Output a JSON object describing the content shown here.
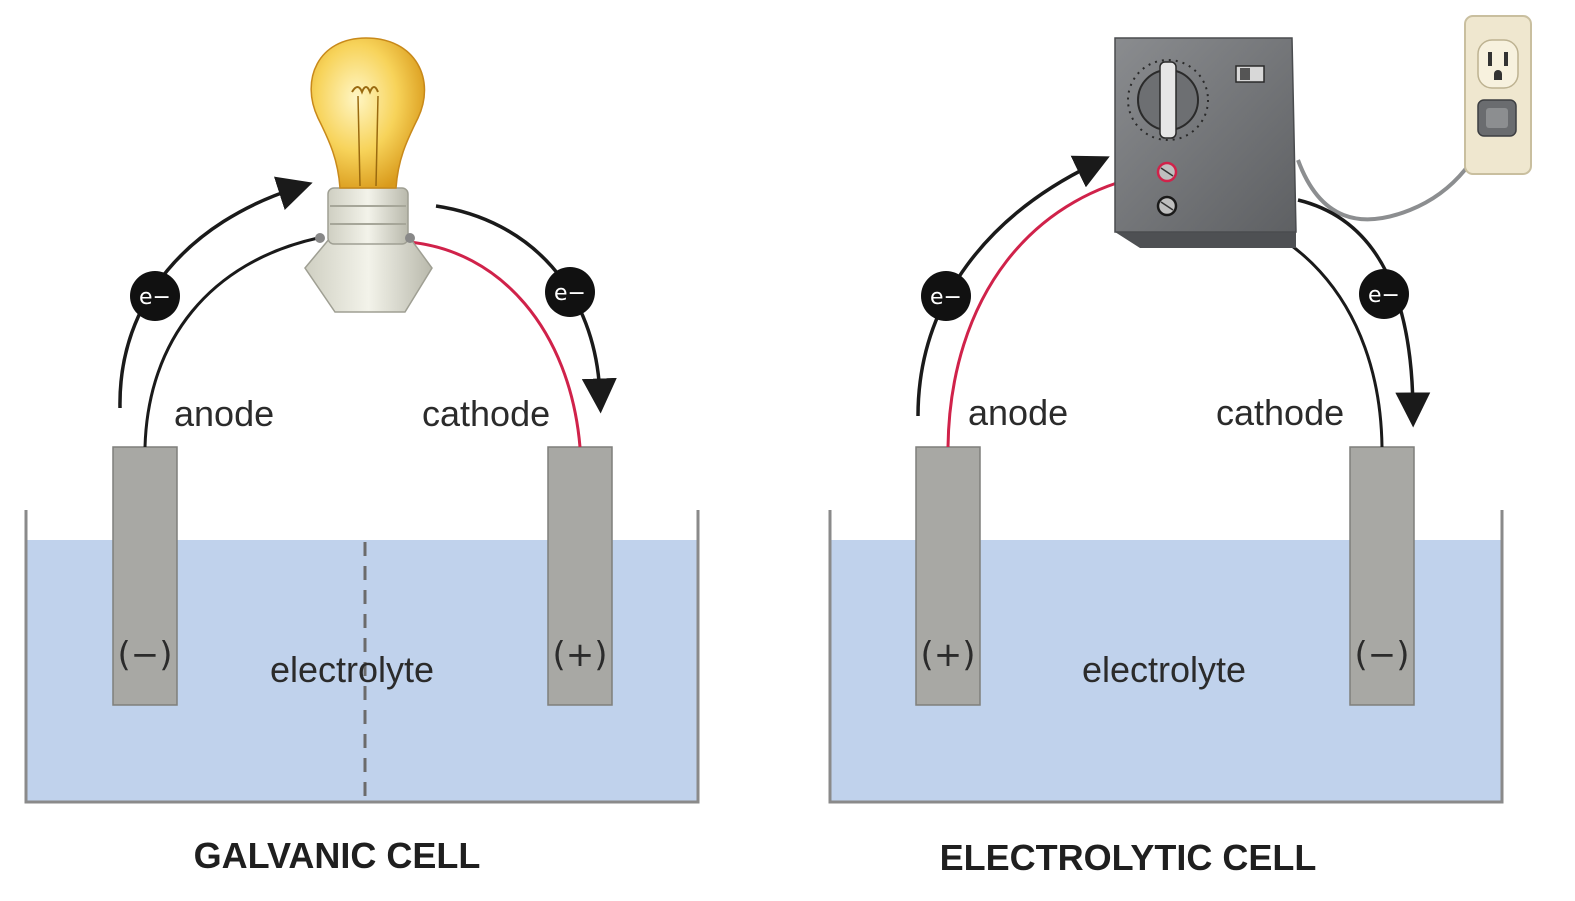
{
  "galvanic": {
    "title": "GALVANIC CELL",
    "anode_label": "anode",
    "cathode_label": "cathode",
    "electrolyte_label": "electrolyte",
    "anode_sign": "(−)",
    "cathode_sign": "(+)",
    "electron_symbol": "e−"
  },
  "electrolytic": {
    "title": "ELECTROLYTIC CELL",
    "anode_label": "anode",
    "cathode_label": "cathode",
    "electrolyte_label": "electrolyte",
    "anode_sign": "(+)",
    "cathode_sign": "(−)",
    "electron_symbol": "e−"
  },
  "colors": {
    "electrolyte": "#c0d2ec",
    "electrode": "#a8a8a4",
    "positive_wire": "#d0224a",
    "negative_wire": "#1a1a1a",
    "power_supply": "#707275",
    "bulb": "#f6c93c"
  },
  "icons": [
    "light-bulb-icon",
    "power-supply-icon",
    "wall-outlet-icon",
    "electron-icon",
    "arrow-icon"
  ]
}
